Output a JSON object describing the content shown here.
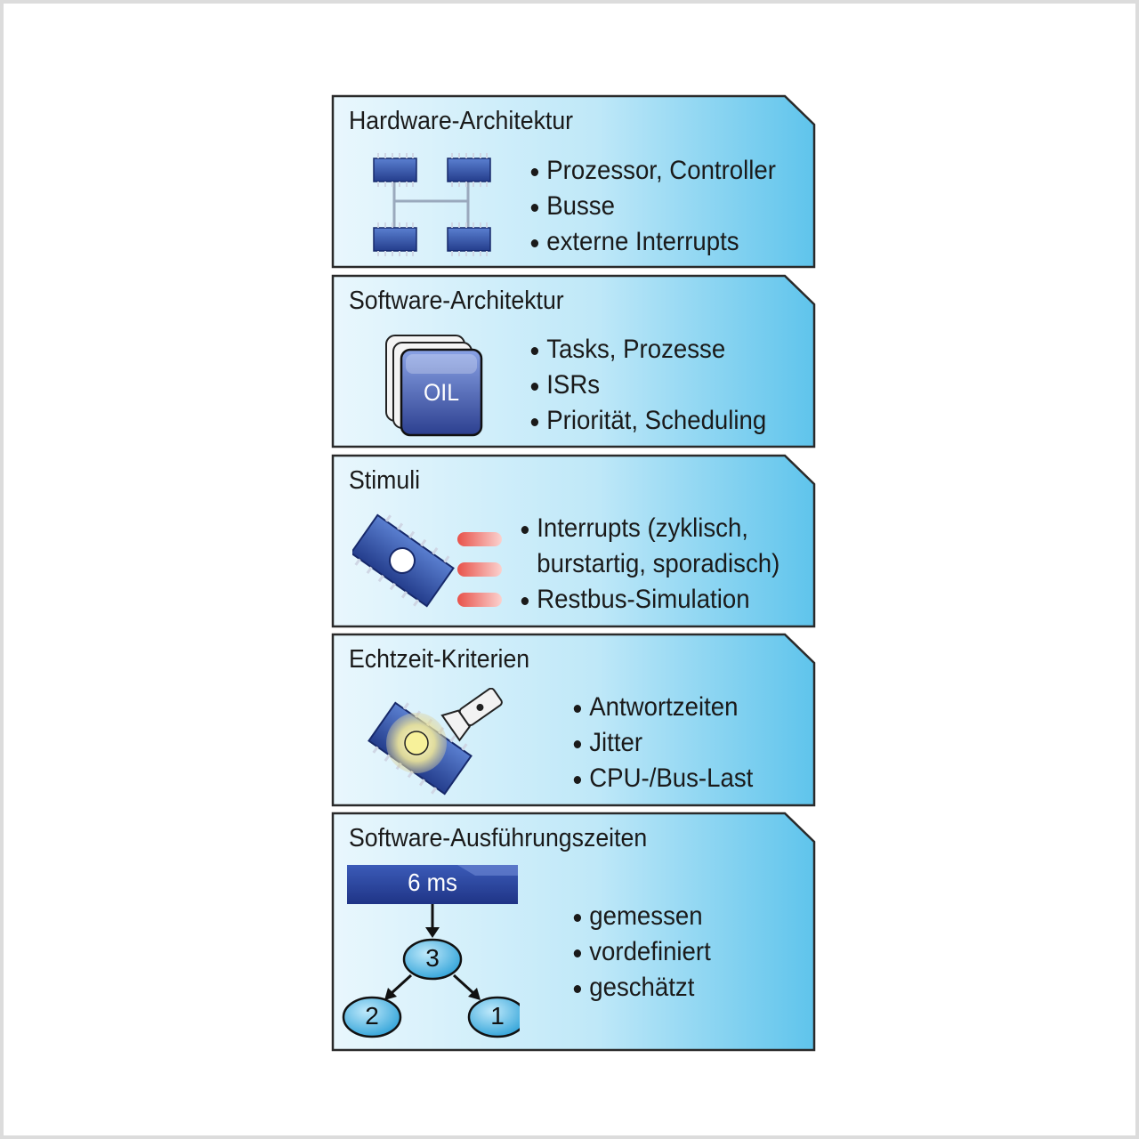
{
  "panels": [
    {
      "title": "Hardware-Architektur",
      "icon": "chip-network-icon",
      "bullets": [
        "Prozessor, Controller",
        "Busse",
        "externe Interrupts"
      ]
    },
    {
      "title": "Software-Architektur",
      "icon": "oil-stack-icon",
      "icon_label": "OIL",
      "bullets": [
        "Tasks, Prozesse",
        "ISRs",
        "Priorität, Scheduling"
      ]
    },
    {
      "title": "Stimuli",
      "icon": "chip-signal-icon",
      "bullets": [
        "Interrupts (zyklisch,",
        "burstartig, sporadisch)",
        "Restbus-Simulation"
      ]
    },
    {
      "title": "Echtzeit-Kriterien",
      "icon": "chip-flashlight-icon",
      "bullets": [
        "Antwortzeiten",
        "Jitter",
        "CPU-/Bus-Last"
      ]
    },
    {
      "title": "Software-Ausführungszeiten",
      "icon": "timing-tree-icon",
      "time_label": "6 ms",
      "nodes": [
        "3",
        "2",
        "1"
      ],
      "bullets": [
        "gemessen",
        "vordefiniert",
        "geschätzt"
      ]
    }
  ],
  "colors": {
    "panel_light": "#eaf7fd",
    "panel_dark": "#62c6ec",
    "chip_blue": "#2f4fa6",
    "node_blue": "#3aaee2",
    "stimulus_red": "#e8524a"
  }
}
